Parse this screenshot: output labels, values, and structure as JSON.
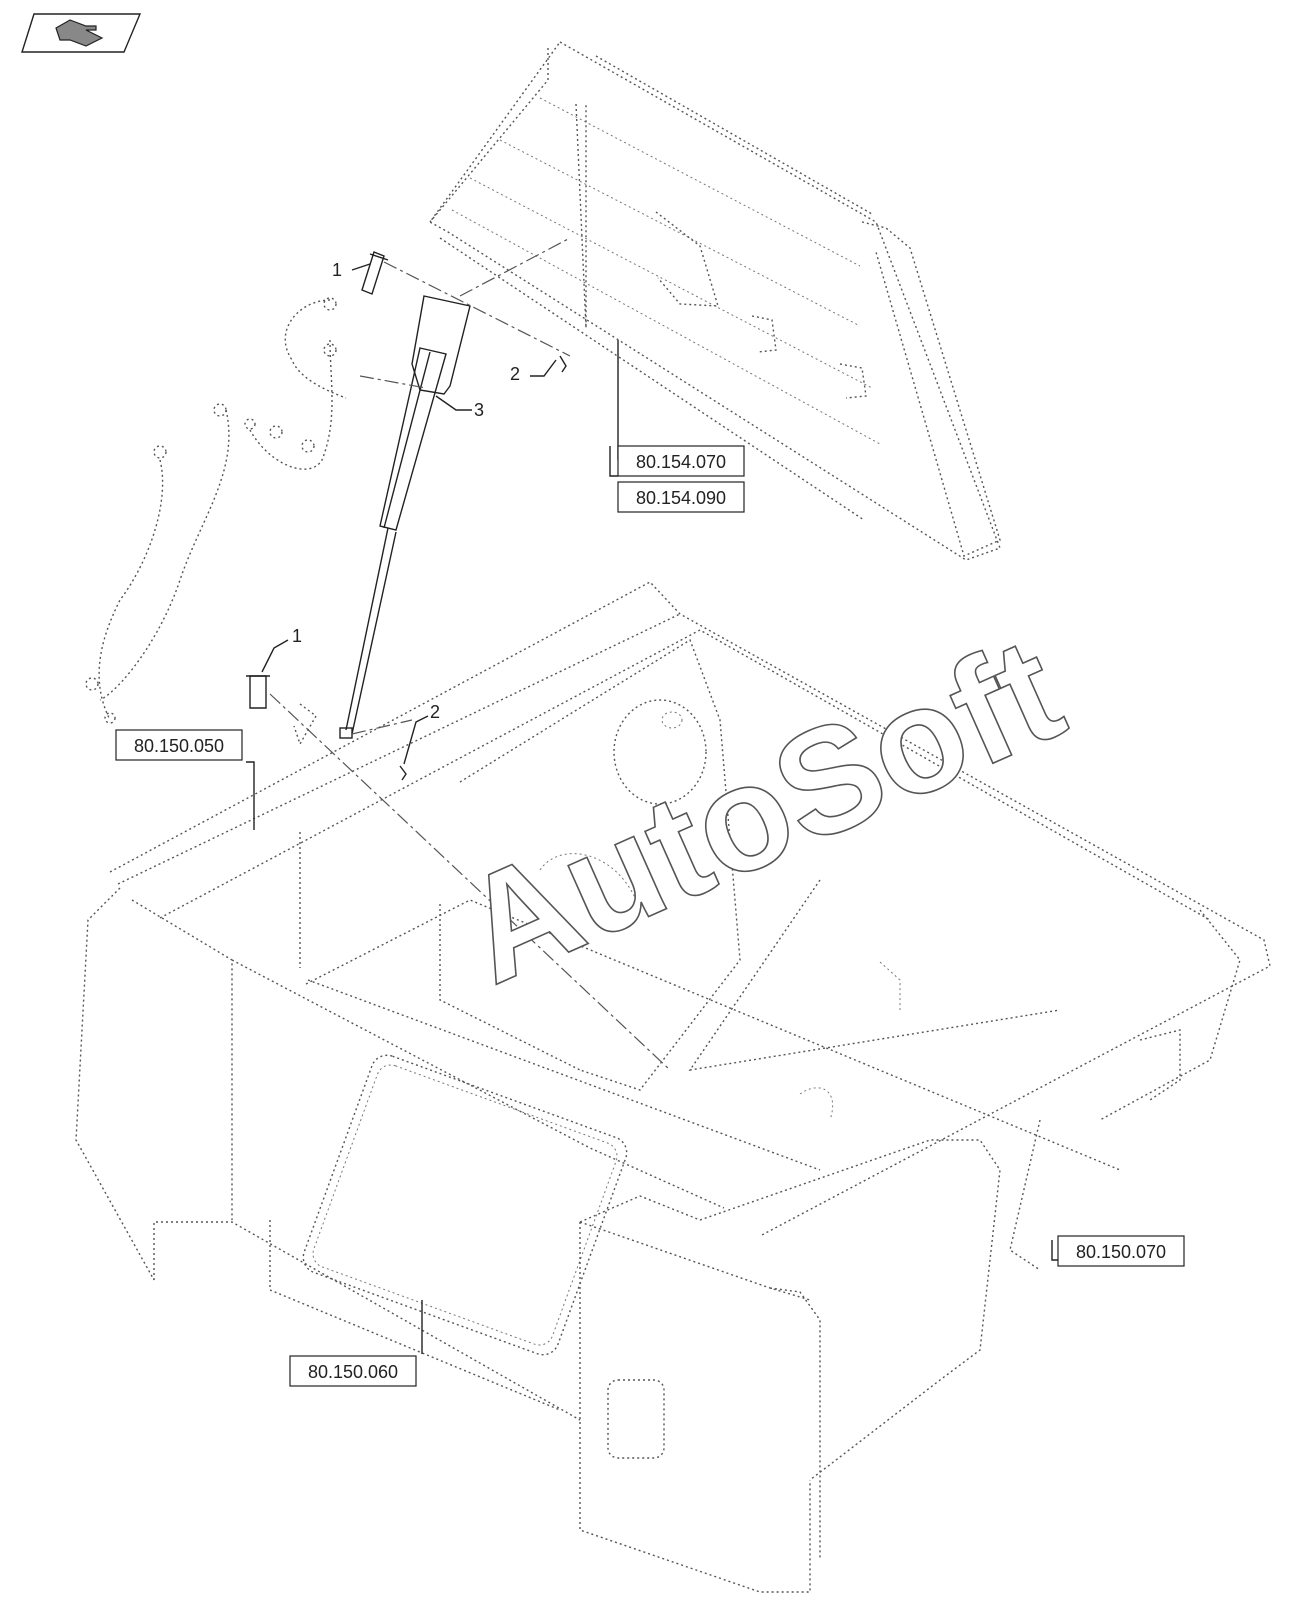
{
  "nav": {
    "icon": "return-arrow-icon"
  },
  "references": {
    "r1": "80.154.070",
    "r2": "80.154.090",
    "r3": "80.150.050",
    "r4": "80.150.070",
    "r5": "80.150.060"
  },
  "callouts": {
    "c1_top": "1",
    "c2_top": "2",
    "c3": "3",
    "c1_low": "1",
    "c2_low": "2"
  },
  "watermark": {
    "text": "AutoSoft"
  },
  "colors": {
    "line": "#555555",
    "text": "#222222",
    "background": "#ffffff"
  }
}
